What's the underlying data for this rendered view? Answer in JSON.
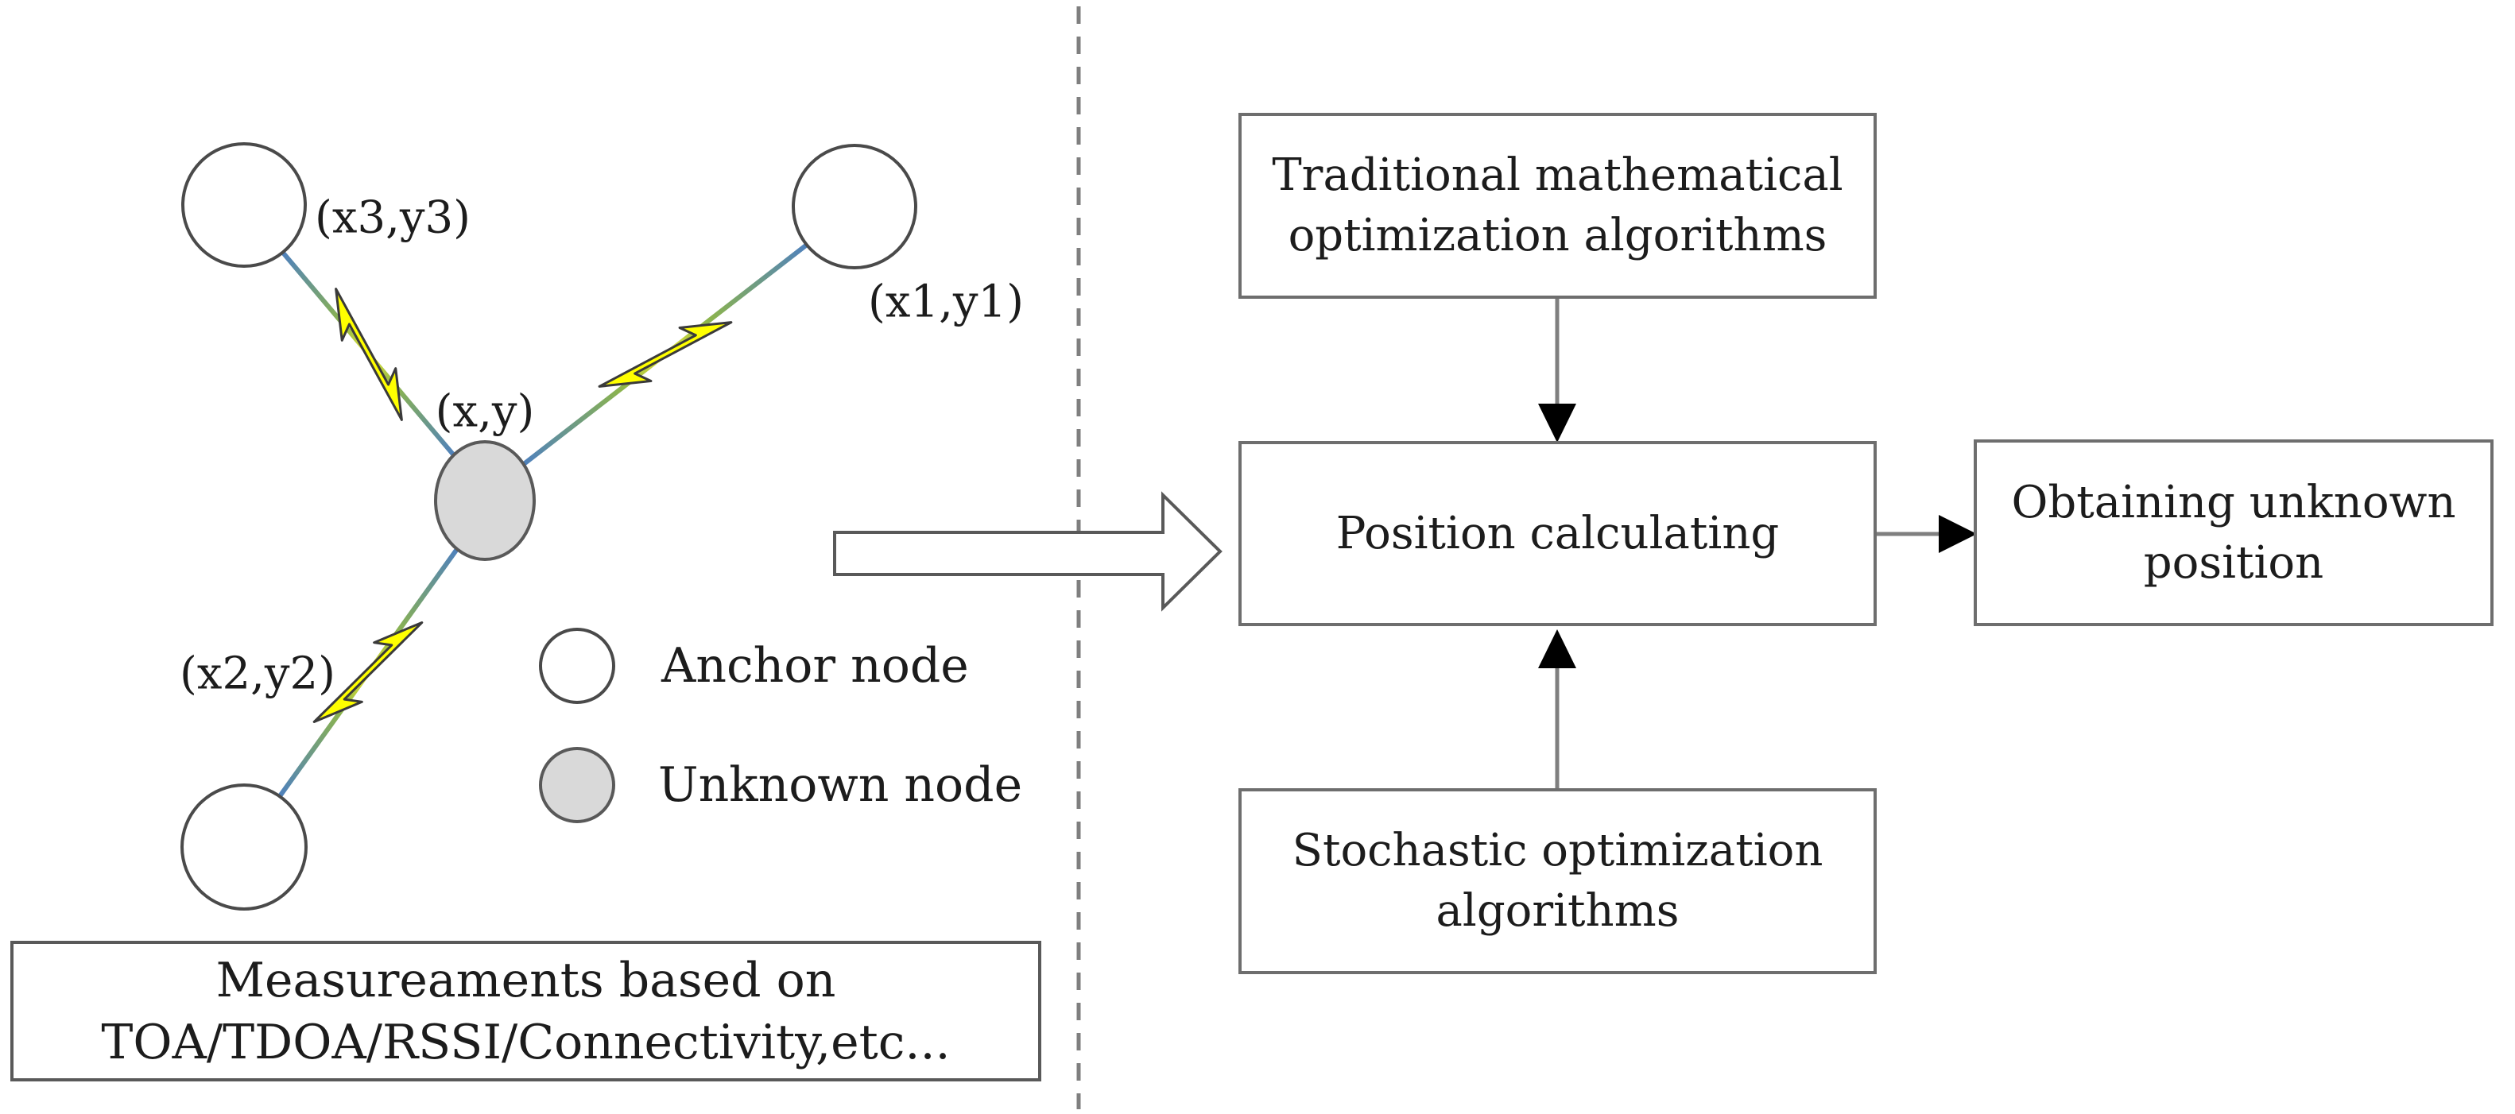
{
  "figure": {
    "left_panel": {
      "node_labels": {
        "anchor1": "(x1,y1)",
        "anchor2": "(x2,y2)",
        "anchor3": "(x3,y3)",
        "unknown": "(x,y)"
      },
      "legend": {
        "anchor": "Anchor node",
        "unknown": "Unknown node"
      },
      "measurement_box": {
        "line1": "Measureaments based on",
        "line2": "TOA/TDOA/RSSI/Connectivity,etc..."
      }
    },
    "right_panel": {
      "traditional_box": {
        "line1": "Traditional mathematical",
        "line2": "optimization algorithms"
      },
      "position_box": {
        "line1": "Position calculating"
      },
      "stochastic_box": {
        "line1": "Stochastic optimization",
        "line2": "algorithms"
      },
      "obtaining_box": {
        "line1": "Obtaining unknown",
        "line2": "position"
      }
    },
    "icons": {
      "bolt": "lightning-bolt-icon",
      "block_arrow": "block-arrow-right-icon",
      "divider": "dashed-divider"
    },
    "colors": {
      "bolt_yellow": "#ffff00",
      "bolt_outline": "#3a3a3a",
      "link_blue": "#4f81bd",
      "link_green": "#8db54b",
      "link_yellow": "#e6e635",
      "node_fill_gray": "#d9d9d9",
      "node_stroke": "#4a4a4a",
      "box_border_gray": "#6e6e6e",
      "divider_gray": "#7f7f7f",
      "arrow_black": "#000000"
    }
  }
}
